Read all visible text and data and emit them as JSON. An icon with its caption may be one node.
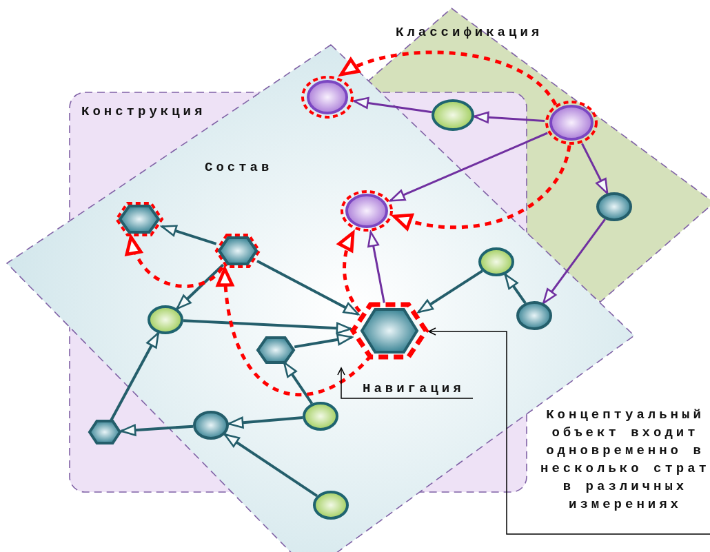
{
  "diagram": {
    "nodes": [
      {
        "text": [],
        "shape": "ellipse"
      },
      {
        "text": [],
        "shape": "ellipse"
      },
      {
        "text": [],
        "shape": "ellipse"
      },
      {
        "text": [],
        "shape": "hexagon"
      },
      {
        "text": [],
        "shape": "ellipse"
      },
      {
        "text": [],
        "shape": "ellipse"
      },
      {
        "text": [],
        "shape": "hexagon"
      },
      {
        "text": [],
        "shape": "ellipse"
      },
      {
        "text": [],
        "shape": "ellipse"
      },
      {
        "text": [],
        "shape": "hexagon"
      },
      {
        "text": [],
        "shape": "ellipse"
      },
      {
        "text": [],
        "shape": "hexagon"
      },
      {
        "text": [],
        "shape": "hexagon"
      },
      {
        "text": [],
        "shape": "ellipse"
      },
      {
        "text": [],
        "shape": "ellipse"
      },
      {
        "text": [],
        "shape": "ellipse"
      },
      {
        "text": [
          "Навигация"
        ]
      },
      {
        "text": [
          "Концептуальный объект входит одновременно в несколько страт в различных измерениях"
        ]
      }
    ],
    "edges": [
      {
        "from": 1,
        "to": 0,
        "arrow": "to",
        "color": "#7030a0"
      },
      {
        "from": 2,
        "to": 1,
        "arrow": "to",
        "color": "#7030a0"
      },
      {
        "from": 2,
        "to": 4,
        "arrow": "to",
        "color": "#7030a0"
      },
      {
        "from": 2,
        "to": 5,
        "arrow": "to",
        "color": "#7030a0"
      },
      {
        "from": 5,
        "to": 10,
        "arrow": "to",
        "color": "#7030a0"
      },
      {
        "from": 9,
        "to": 4,
        "arrow": "to",
        "color": "#7030a0"
      },
      {
        "from": 6,
        "to": 3,
        "arrow": "to"
      },
      {
        "from": 6,
        "to": 8,
        "arrow": "to"
      },
      {
        "from": 6,
        "to": 9,
        "arrow": "to"
      },
      {
        "from": 8,
        "to": 9,
        "arrow": "to"
      },
      {
        "from": 11,
        "to": 9,
        "arrow": "to"
      },
      {
        "from": 7,
        "to": 9,
        "arrow": "to"
      },
      {
        "from": 10,
        "to": 7,
        "arrow": "to"
      },
      {
        "from": 12,
        "to": 8,
        "arrow": "to"
      },
      {
        "from": 13,
        "to": 12,
        "arrow": "to"
      },
      {
        "from": 14,
        "to": 13,
        "arrow": "to"
      },
      {
        "from": 14,
        "to": 11,
        "arrow": "to"
      },
      {
        "from": 15,
        "to": 13,
        "arrow": "to"
      },
      {
        "from": 2,
        "to": 0,
        "arrow": "to",
        "style": "dashed",
        "color": "#ff0000"
      },
      {
        "from": 2,
        "to": 4,
        "arrow": "to",
        "style": "dashed",
        "color": "#ff0000"
      },
      {
        "from": 9,
        "to": 4,
        "arrow": "to",
        "style": "dashed",
        "color": "#ff0000"
      },
      {
        "from": 6,
        "to": 3,
        "arrow": "to",
        "style": "dashed",
        "color": "#ff0000"
      },
      {
        "from": 9,
        "to": 6,
        "arrow": "to",
        "style": "dashed",
        "color": "#ff0000"
      },
      {
        "from": 16,
        "to": null,
        "arrow": "to",
        "color": "#000000"
      },
      {
        "from": 17,
        "to": 9,
        "arrow": "to",
        "color": "#000000"
      }
    ],
    "labels": [
      "Классификация",
      "Конструкция",
      "Состав"
    ]
  }
}
